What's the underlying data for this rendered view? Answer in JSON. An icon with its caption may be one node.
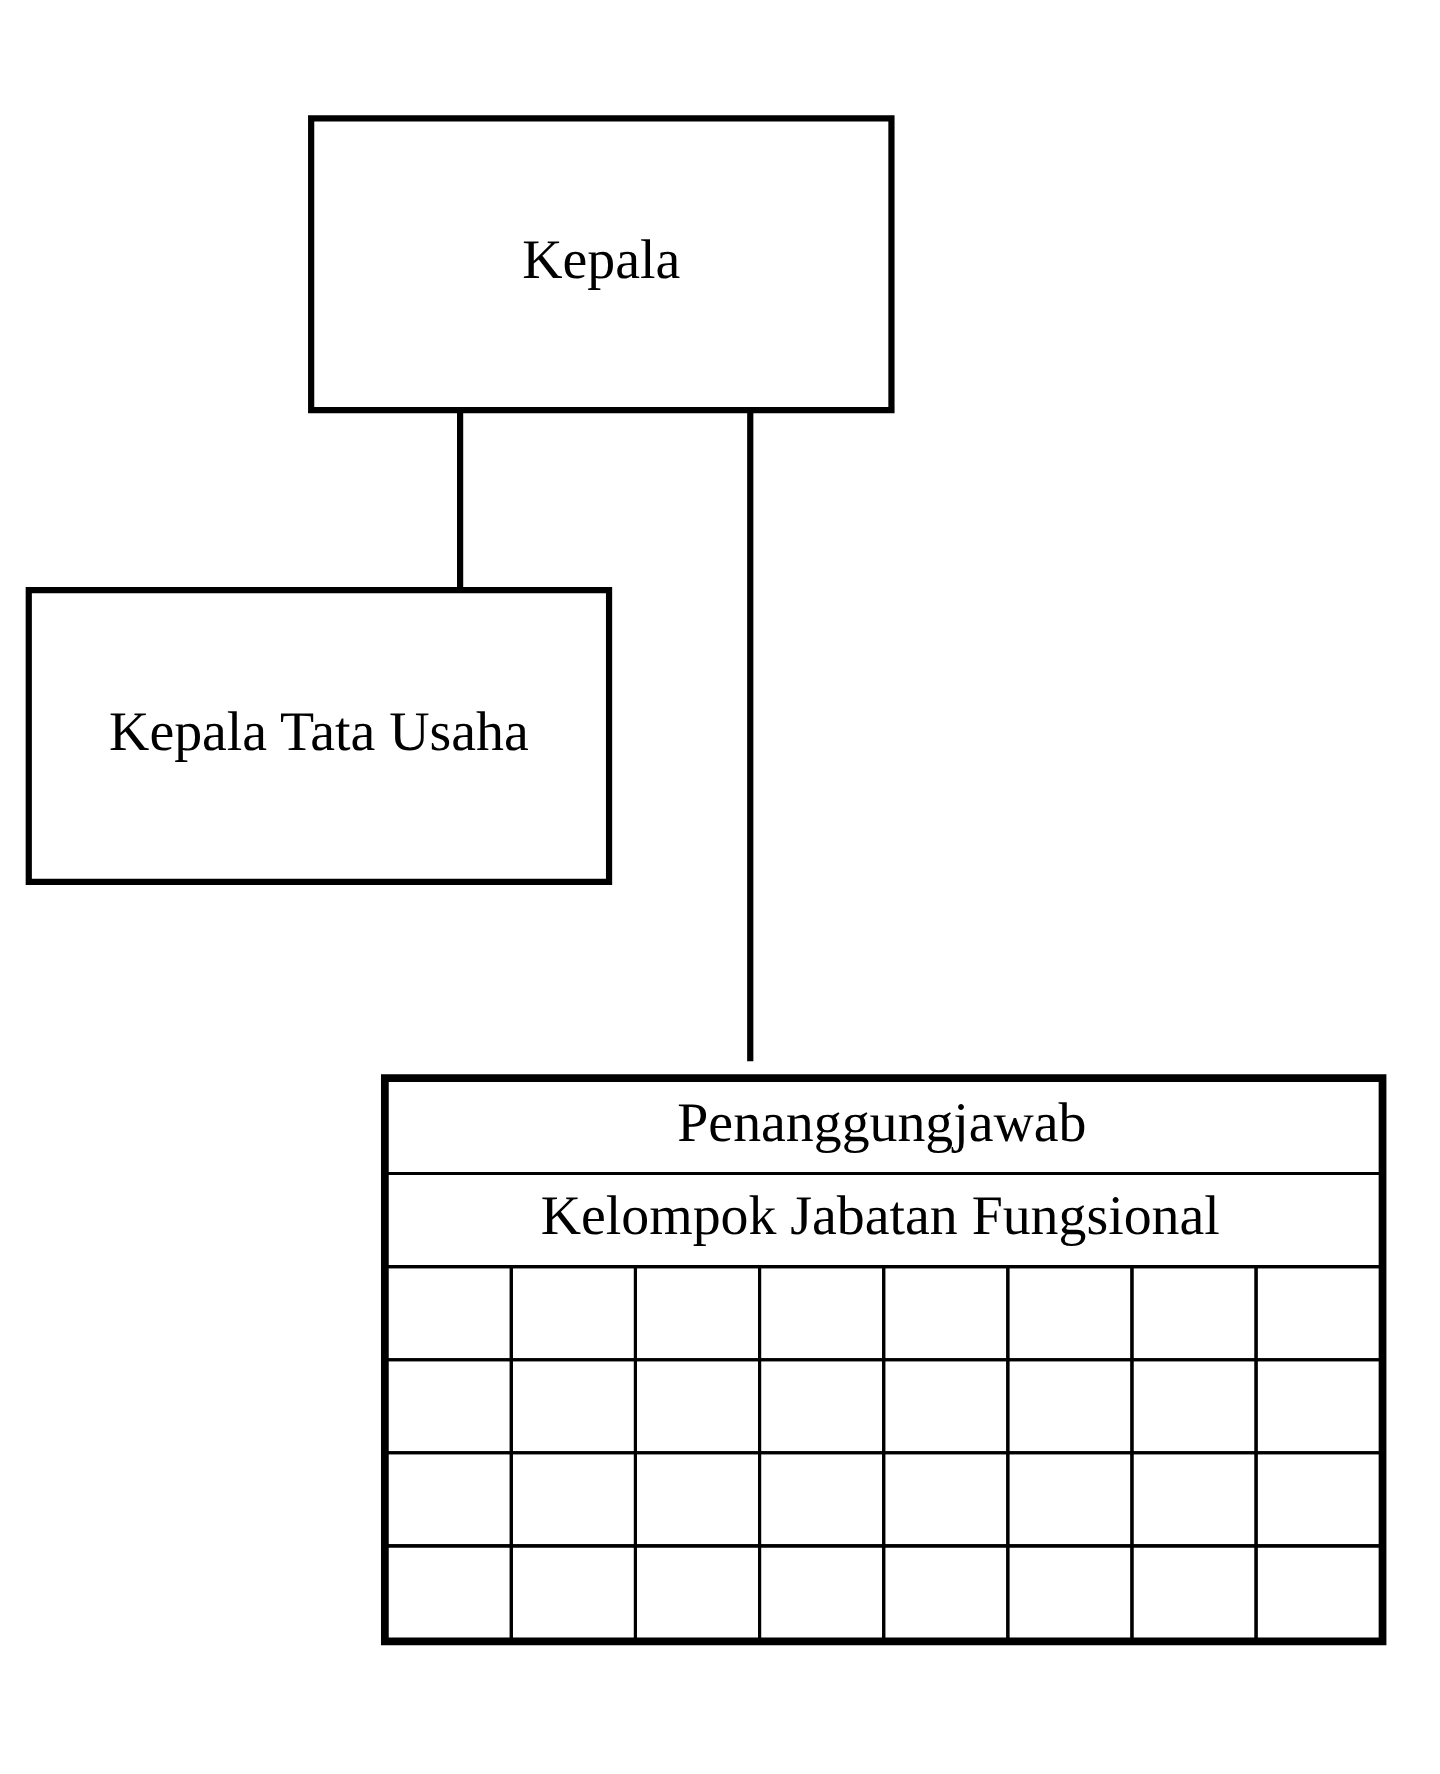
{
  "diagram": {
    "nodes": [
      {
        "text": [
          "Kepala"
        ]
      },
      {
        "text": [
          "Kepala Tata Usaha"
        ]
      },
      {
        "text": [
          "Penanggungjawab",
          "Kelompok Jabatan Fungsional"
        ]
      }
    ],
    "edges": [
      {
        "from": 0,
        "to": 1,
        "arrow": "none"
      },
      {
        "from": 0,
        "to": 2,
        "arrow": "none"
      }
    ]
  }
}
